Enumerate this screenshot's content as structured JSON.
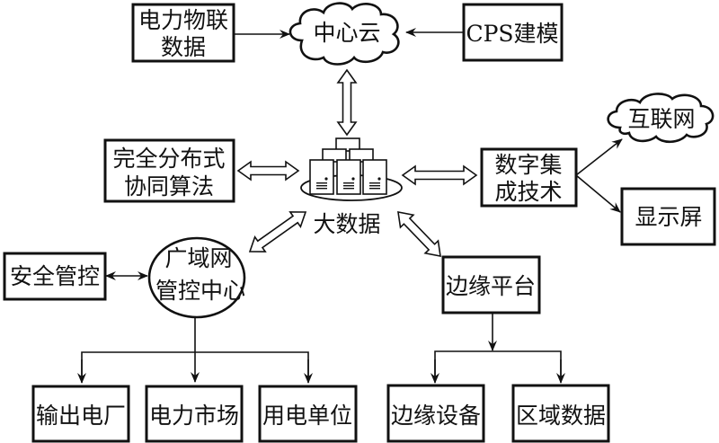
{
  "diagram": {
    "nodes": {
      "iot_data": {
        "lines": [
          "电力物联",
          "数据"
        ]
      },
      "center_cloud": {
        "lines": [
          "中心云"
        ]
      },
      "cps_modeling": {
        "lines": [
          "CPS建模"
        ]
      },
      "distributed_algo": {
        "lines": [
          "完全分布式",
          "协同算法"
        ]
      },
      "big_data": {
        "lines": [
          "大数据"
        ]
      },
      "digital_integration": {
        "lines": [
          "数字集",
          "成技术"
        ]
      },
      "internet": {
        "lines": [
          "互联网"
        ]
      },
      "display": {
        "lines": [
          "显示屏"
        ]
      },
      "security_control": {
        "lines": [
          "安全管控"
        ]
      },
      "wan_control": {
        "lines": [
          "广域网",
          "管控中心"
        ]
      },
      "edge_platform": {
        "lines": [
          "边缘平台"
        ]
      },
      "power_plant": {
        "lines": [
          "输出电厂"
        ]
      },
      "power_market": {
        "lines": [
          "电力市场"
        ]
      },
      "power_users": {
        "lines": [
          "用电单位"
        ]
      },
      "edge_devices": {
        "lines": [
          "边缘设备"
        ]
      },
      "regional_data": {
        "lines": [
          "区域数据"
        ]
      }
    },
    "edges": [
      {
        "from": "电力物联数据",
        "to": "中心云",
        "type": "arrow"
      },
      {
        "from": "CPS建模",
        "to": "中心云",
        "type": "arrow"
      },
      {
        "from": "中心云",
        "to": "大数据",
        "type": "bidirectional-hollow"
      },
      {
        "from": "完全分布式协同算法",
        "to": "大数据",
        "type": "bidirectional-hollow"
      },
      {
        "from": "大数据",
        "to": "数字集成技术",
        "type": "bidirectional-hollow"
      },
      {
        "from": "数字集成技术",
        "to": "互联网",
        "type": "arrow"
      },
      {
        "from": "数字集成技术",
        "to": "显示屏",
        "type": "arrow"
      },
      {
        "from": "大数据",
        "to": "广域网管控中心",
        "type": "bidirectional-hollow"
      },
      {
        "from": "大数据",
        "to": "边缘平台",
        "type": "bidirectional-hollow"
      },
      {
        "from": "安全管控",
        "to": "广域网管控中心",
        "type": "bidirectional"
      },
      {
        "from": "广域网管控中心",
        "to": "输出电厂",
        "type": "arrow"
      },
      {
        "from": "广域网管控中心",
        "to": "电力市场",
        "type": "arrow"
      },
      {
        "from": "广域网管控中心",
        "to": "用电单位",
        "type": "arrow"
      },
      {
        "from": "边缘平台",
        "to": "边缘设备",
        "type": "arrow"
      },
      {
        "from": "边缘平台",
        "to": "区域数据",
        "type": "arrow"
      }
    ]
  }
}
